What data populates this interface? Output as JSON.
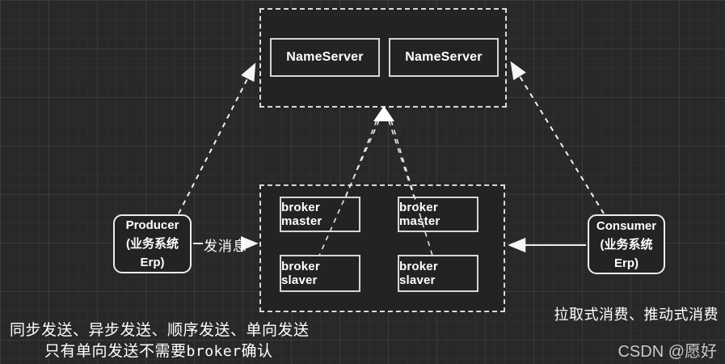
{
  "colors": {
    "background": "#282828",
    "grid_minor": "#2e2e2e",
    "grid_major": "#3a3a3a",
    "container_fill": "#232323",
    "line_stroke": "#f0f0f0",
    "text": "#ffffff",
    "watermark_text_color": "#c9c9c9"
  },
  "nameserver_cluster": {
    "nodes": [
      {
        "label": "NameServer"
      },
      {
        "label": "NameServer"
      }
    ]
  },
  "broker_cluster": {
    "nodes": [
      {
        "label": "broker master"
      },
      {
        "label": "broker master"
      },
      {
        "label": "broker slaver"
      },
      {
        "label": "broker slaver"
      }
    ]
  },
  "producer": {
    "line1": "Producer",
    "line2": "(业务系统",
    "line3": "Erp)"
  },
  "consumer": {
    "line1": "Consumer",
    "line2": "(业务系统",
    "line3": "Erp)"
  },
  "edges": {
    "send_message_label": "发消息"
  },
  "notes": {
    "producer_modes": "同步发送、异步发送、顺序发送、单向发送",
    "producer_ack_pre": "只有单向发送不需要",
    "producer_ack_code": "broker",
    "producer_ack_post": "确认",
    "consumer_modes": "拉取式消费、推动式消费"
  },
  "watermark": {
    "text": "CSDN @愿好"
  }
}
